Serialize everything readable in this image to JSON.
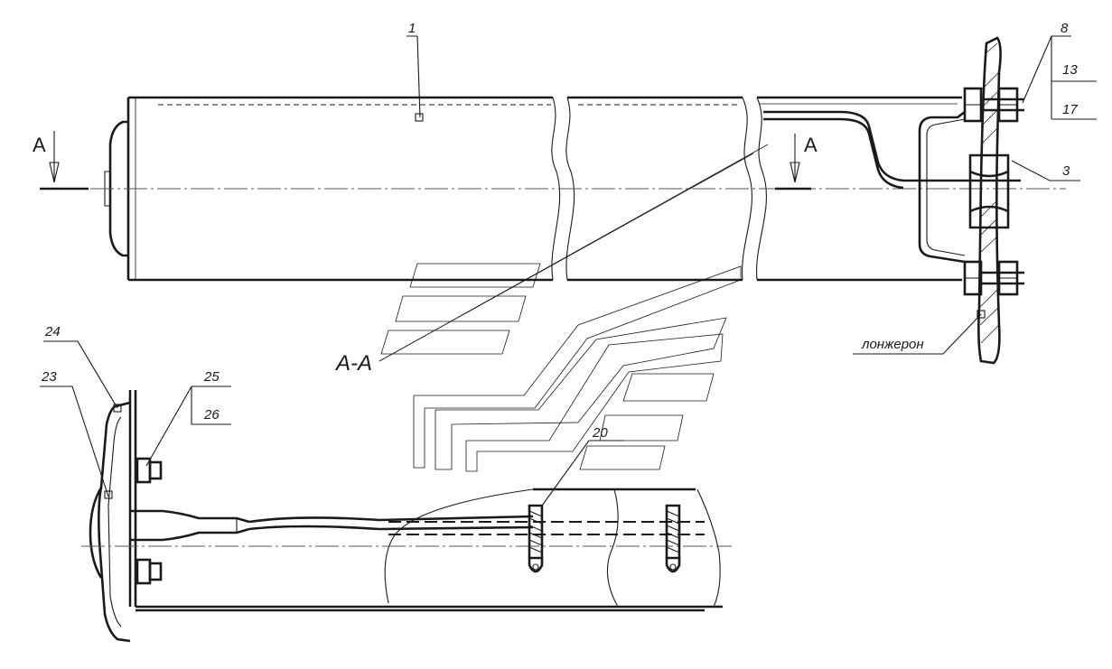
{
  "labels": {
    "section_a_left": "А",
    "section_a_right": "А",
    "section_title": "А-А",
    "pos_1": "1",
    "pos_3": "3",
    "pos_8": "8",
    "pos_13": "13",
    "pos_17": "17",
    "pos_20": "20",
    "pos_23": "23",
    "pos_24": "24",
    "pos_25": "25",
    "pos_26": "26",
    "spar": "лонжерон"
  },
  "colors": {
    "line": "#1a1a1a",
    "background": "#ffffff"
  }
}
